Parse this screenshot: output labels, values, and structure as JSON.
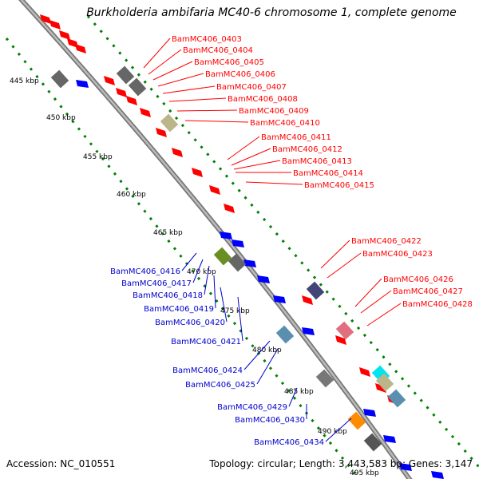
{
  "title": "Burkholderia ambifaria MC40-6 chromosome 1, complete genome",
  "accession_label": "Accession: NC_010551",
  "topology_label": "Topology: circular; Length: 3,443,583 bp; Genes: 3,147",
  "colors": {
    "forward": "#ff0000",
    "reverse": "#0000ff",
    "forward_label": "#ff0000",
    "reverse_label": "#0000cc",
    "backbone": "#999999",
    "tick": "#008000"
  },
  "kbp_labels": [
    "445 kbp",
    "450 kbp",
    "455 kbp",
    "460 kbp",
    "465 kbp",
    "470 kbp",
    "475 kbp",
    "480 kbp",
    "485 kbp",
    "490 kbp",
    "495 kbp"
  ],
  "forward_gene_labels": [
    "BamMC406_0403",
    "BamMC406_0404",
    "BamMC406_0405",
    "BamMC406_0406",
    "BamMC406_0407",
    "BamMC406_0408",
    "BamMC406_0409",
    "BamMC406_0410",
    "BamMC406_0411",
    "BamMC406_0412",
    "BamMC406_0413",
    "BamMC406_0414",
    "BamMC406_0415",
    "BamMC406_0422",
    "BamMC406_0423",
    "BamMC406_0426",
    "BamMC406_0427",
    "BamMC406_0428"
  ],
  "reverse_gene_labels": [
    "BamMC406_0416",
    "BamMC406_0417",
    "BamMC406_0418",
    "BamMC406_0419",
    "BamMC406_0420",
    "BamMC406_0421",
    "BamMC406_0424",
    "BamMC406_0425",
    "BamMC406_0429",
    "BamMC406_0430",
    "BamMC406_0434"
  ]
}
